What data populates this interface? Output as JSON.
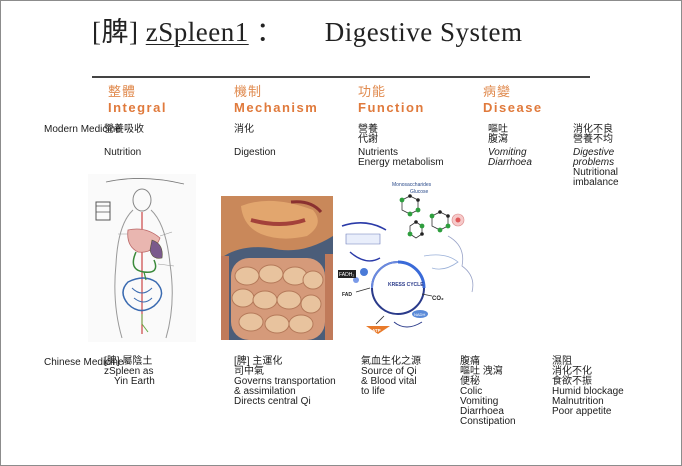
{
  "title": {
    "part1": "[脾]",
    "part2": "zSpleen1",
    "part3": "：",
    "part4": "Digestive System"
  },
  "columns": [
    {
      "zh": "整體",
      "en": "Integral"
    },
    {
      "zh": "機制",
      "en": "Mechanism"
    },
    {
      "zh": "功能",
      "en": "Function"
    },
    {
      "zh": "病變",
      "en": "Disease"
    }
  ],
  "rows": {
    "modern": {
      "label": [
        "Modern",
        "Medicine"
      ],
      "cells": [
        [
          "營養吸收",
          "",
          "Nutrition"
        ],
        [
          "消化",
          "",
          "Digestion"
        ],
        [
          "營養",
          "代謝",
          "Nutrients",
          "Energy metabolism"
        ],
        [
          "嘔吐",
          "腹瀉",
          "Vomiting",
          "Diarrhoea"
        ],
        [
          "消化不良",
          "營養不均",
          "Digestive",
          "problems",
          "Nutritional",
          "imbalance"
        ]
      ]
    },
    "chinese": {
      "label": [
        "Chinese",
        "Medicine"
      ],
      "cells": [
        [
          "[脾] 屬陰土",
          "zSpleen as",
          "Yin Earth"
        ],
        [
          "[脾] 主運化",
          "司中氣",
          "Governs transportation",
          "& assimilation",
          "Directs central Qi"
        ],
        [
          "氣血生化之源",
          "Source of Qi",
          "& Blood vital",
          "to life"
        ],
        [
          "腹痛",
          "嘔吐 洩瀉",
          "便秘",
          "Colic",
          "Vomiting",
          "Diarrhoea",
          "Constipation"
        ],
        [
          "濕阻",
          "消化不化",
          "食欲不振",
          "Humid blockage",
          "Malnutrition",
          "Poor appetite"
        ]
      ]
    }
  },
  "figure": {
    "krebs_label": "KRESS CYCLE",
    "fad": "FAD",
    "fadh": "FADH₂",
    "atp": "ATP",
    "nadh": "NADH",
    "co2": "CO₂",
    "glucose": "Glucose",
    "mono": "Monosaccharides"
  }
}
